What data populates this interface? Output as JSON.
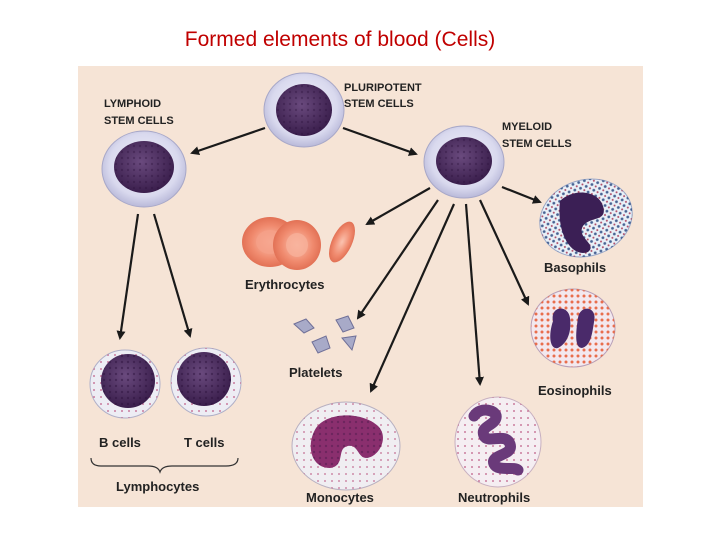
{
  "title": "Formed elements of blood (Cells)",
  "labels": {
    "pluripotent": [
      "PLURIPOTENT",
      "STEM CELLS"
    ],
    "lymphoid": [
      "LYMPHOID",
      "STEM CELLS"
    ],
    "myeloid": [
      "MYELOID",
      "STEM CELLS"
    ],
    "erythrocytes": "Erythrocytes",
    "basophils": "Basophils",
    "platelets": "Platelets",
    "eosinophils": "Eosinophils",
    "b_cells": "B cells",
    "t_cells": "T cells",
    "lymphocytes": "Lymphocytes",
    "monocytes": "Monocytes",
    "neutrophils": "Neutrophils"
  },
  "colors": {
    "title": "#c00000",
    "panel_background": "#f6e4d6",
    "nucleus": "#4a2a5e",
    "cell_halo": "#d4d4ec",
    "erythrocyte": "#ee7d64",
    "arrow": "#1a1a1a"
  }
}
